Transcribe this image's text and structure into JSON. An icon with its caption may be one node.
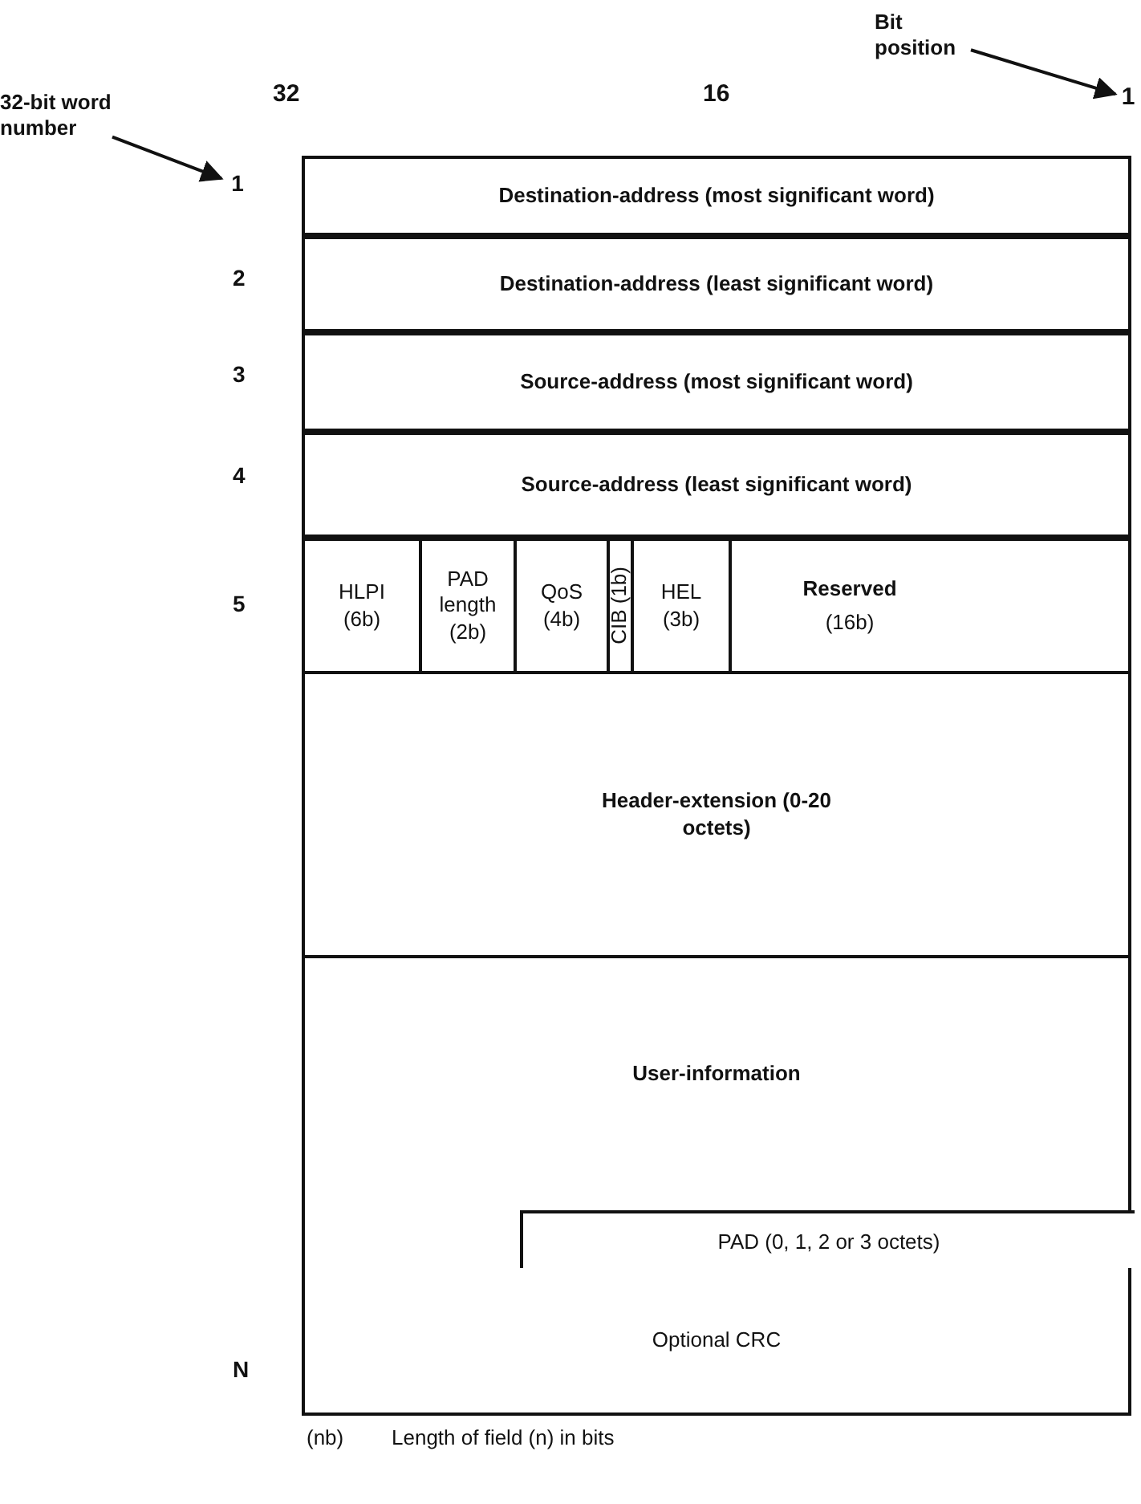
{
  "diagram": {
    "nodes": [
      {
        "text": [
          "Bit position"
        ]
      },
      {
        "text": [
          "1"
        ]
      },
      {
        "text": [
          "32-bit word number"
        ]
      },
      {
        "text": [
          "1"
        ]
      },
      {
        "text": [
          "Destination-address (most significant word)"
        ]
      },
      {
        "text": [
          "Destination-address (least significant word)"
        ]
      },
      {
        "text": [
          "Source-address (most significant word)"
        ]
      },
      {
        "text": [
          "Source-address (least significant word)"
        ]
      },
      {
        "text": [
          "HLPI (6b)"
        ]
      },
      {
        "text": [
          "PAD length (2b)"
        ]
      },
      {
        "text": [
          "QoS (4b)"
        ]
      },
      {
        "text": [
          "CIB (1b)"
        ]
      },
      {
        "text": [
          "HEL (3b)"
        ]
      },
      {
        "text": [
          "Reserved",
          "(16b)"
        ]
      },
      {
        "text": [
          "Header-extension (0-20 octets)"
        ]
      },
      {
        "text": [
          "User-information"
        ]
      },
      {
        "text": [
          "PAD (0, 1, 2 or 3 octets)"
        ],
        "in": 15
      },
      {
        "text": [
          "Optional CRC"
        ]
      }
    ],
    "edges": [
      {
        "from": 0,
        "to": 1,
        "arrow": "to"
      },
      {
        "from": 2,
        "to": 3,
        "arrow": "to"
      }
    ],
    "labels": [
      "32",
      "16",
      "2",
      "3",
      "4",
      "5",
      "N",
      "(nb)",
      "Length of field (n) in bits"
    ]
  }
}
